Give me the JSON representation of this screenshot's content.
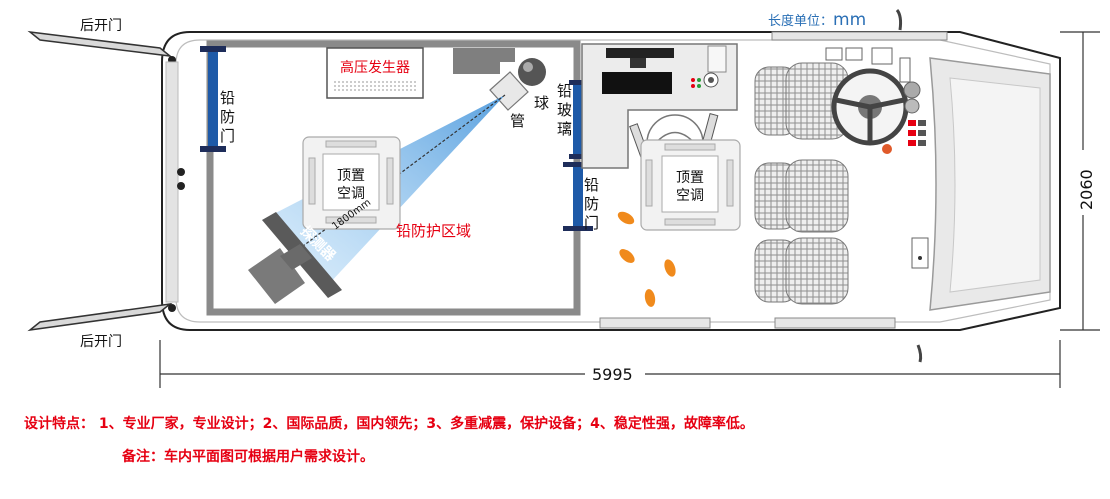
{
  "labels": {
    "rear_door_top": "后开门",
    "rear_door_bottom": "后开门",
    "lead_door_left": [
      "铅",
      "防",
      "门"
    ],
    "lead_door_mid": [
      "铅",
      "防",
      "门"
    ],
    "hv_generator": "高压发生器",
    "tube_char1": "球",
    "tube_char2": "管",
    "lead_glass": [
      "铅",
      "玻",
      "璃"
    ],
    "ac_left": [
      "顶置",
      "空调"
    ],
    "ac_right": [
      "顶置",
      "空调"
    ],
    "detector": "探测器",
    "distance": "1800mm",
    "protection_zone": "铅防护区域",
    "unit_prefix": "长度单位：",
    "unit_value": "mm",
    "length": "5995",
    "width": "2060"
  },
  "footer": {
    "features": "设计特点： 1、专业厂家，专业设计；2、国际品质，国内领先；3、多重减震，保护设备；4、稳定性强，故障率低。",
    "note": "备注：车内平面图可根据用户需求设计。"
  },
  "colors": {
    "accent_red": "#e60012",
    "lead_blue": "#1e5aa8",
    "unit_blue": "#2a6fb5",
    "wall_gray": "#8a8a8a",
    "footprint_orange": "#f08a1c"
  }
}
